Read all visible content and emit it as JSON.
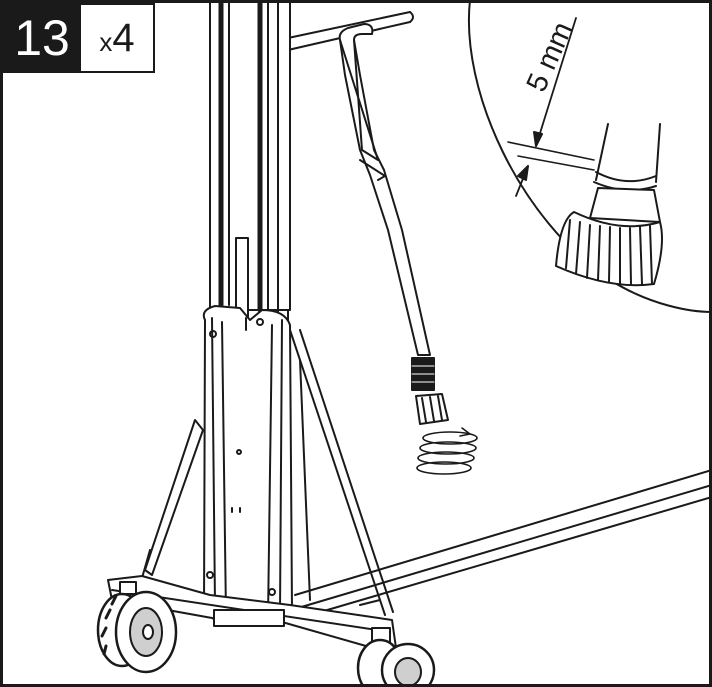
{
  "step": {
    "number": "13",
    "quantity_prefix": "x",
    "quantity_value": "4"
  },
  "detail": {
    "dimension_label": "5 mm"
  },
  "icons": [
    "table-frame-leg",
    "wheel",
    "leveling-foot",
    "screw-rotation-icon",
    "dimension-arrow-icon"
  ],
  "colors": {
    "ink": "#1a1a1a",
    "paper": "#ffffff",
    "wheel_fill": "#cfcfcf"
  }
}
